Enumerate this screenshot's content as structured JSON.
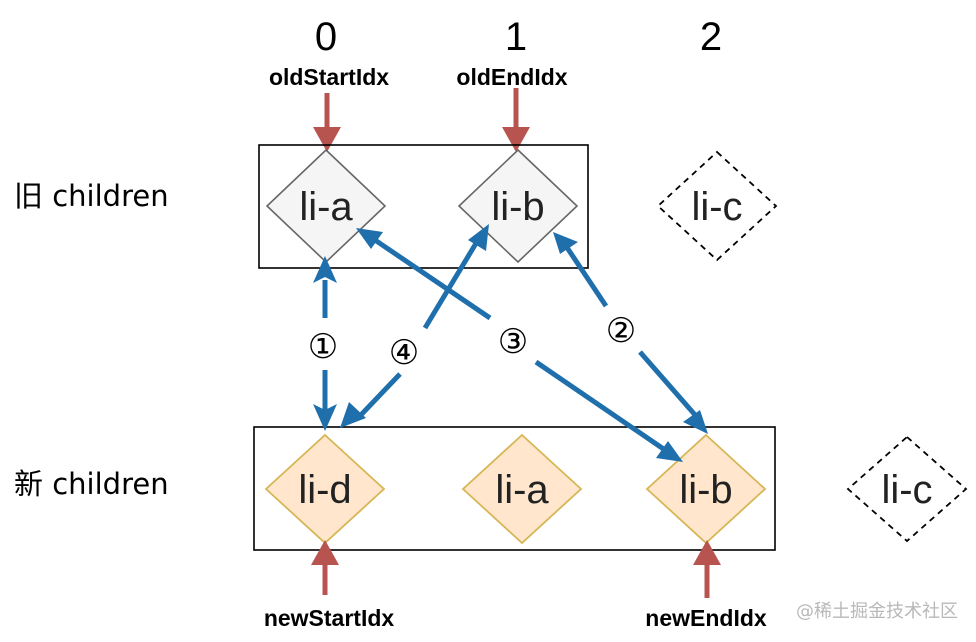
{
  "indices": [
    "0",
    "1",
    "2"
  ],
  "pointers": {
    "old_start": "oldStartIdx",
    "old_end": "oldEndIdx",
    "new_start": "newStartIdx",
    "new_end": "newEndIdx"
  },
  "rows": {
    "old_label": "旧 children",
    "new_label": "新 children"
  },
  "old_nodes": [
    "li-a",
    "li-b",
    "li-c"
  ],
  "new_nodes": [
    "li-d",
    "li-a",
    "li-b",
    "li-c"
  ],
  "steps": [
    "①",
    "②",
    "③",
    "④"
  ],
  "colors": {
    "old_fill": "#f5f5f5",
    "old_stroke": "#666666",
    "new_fill": "#ffe6cc",
    "new_stroke": "#d6b656",
    "pointer_arrow": "#b85450",
    "compare_arrow": "#1f6fad"
  },
  "watermark": "@稀土掘金技术社区"
}
